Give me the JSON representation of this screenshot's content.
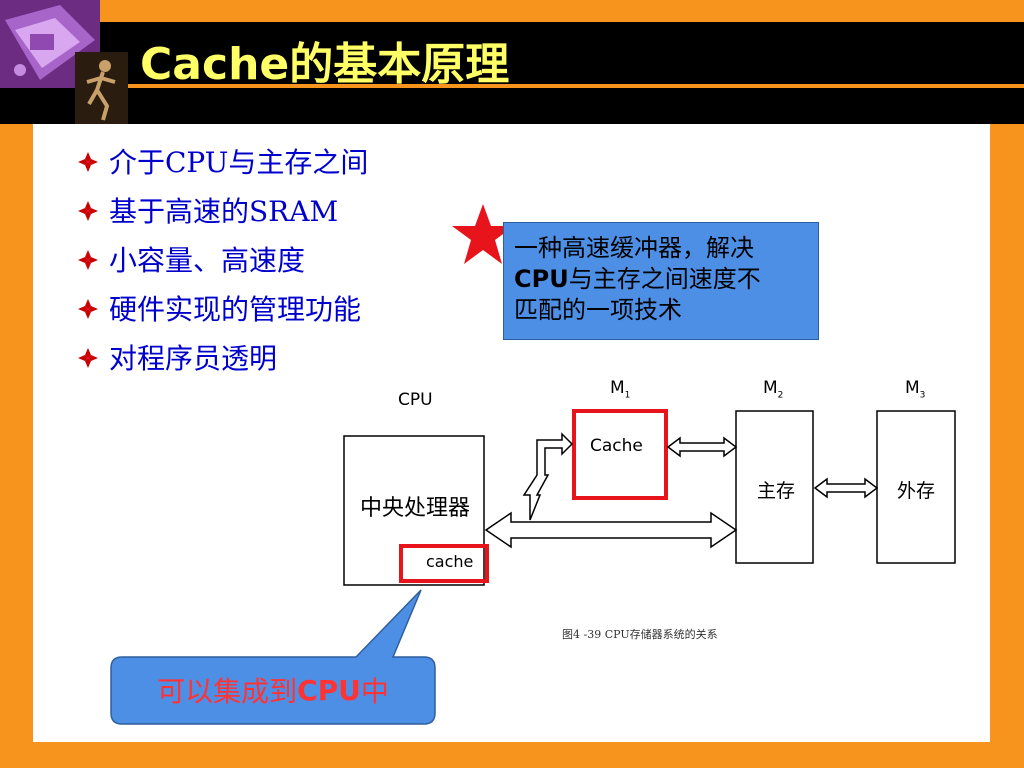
{
  "slide": {
    "title": "Cache的基本原理"
  },
  "bullets": [
    {
      "text": "介于CPU与主存之间"
    },
    {
      "text": "基于高速的SRAM"
    },
    {
      "text": "小容量、高速度"
    },
    {
      "text": "硬件实现的管理功能"
    },
    {
      "text": "对程序员透明"
    }
  ],
  "callout": {
    "line1": "一种高速缓冲器，解决",
    "line2_bold": "CPU",
    "line2_rest": "与主存之间速度不",
    "line3": "匹配的一项技术"
  },
  "diagram": {
    "cpu_label": "CPU",
    "cpu_box_text": "中央处理器",
    "cpu_cache_text": "cache",
    "m1_label": "M",
    "m1_sub": "1",
    "cache_text": "Cache",
    "m2_label": "M",
    "m2_sub": "2",
    "main_mem_text": "主存",
    "m3_label": "M",
    "m3_sub": "3",
    "ext_mem_text": "外存",
    "caption": "图4 -39   CPU存储器系统的关系"
  },
  "bottom_callout": {
    "text_pre": "可以集成到",
    "text_cpu": "CPU",
    "text_post": "中"
  },
  "colors": {
    "background": "#f7941d",
    "title_text": "#ffff66",
    "bullet_text": "#0000cc",
    "callout_fill": "#4e8fe6",
    "highlight_red": "#e8141c",
    "bottom_text": "#ff3333"
  },
  "icons": [
    "logo-image-icon",
    "bullet-diamond-icon",
    "red-star-icon"
  ]
}
